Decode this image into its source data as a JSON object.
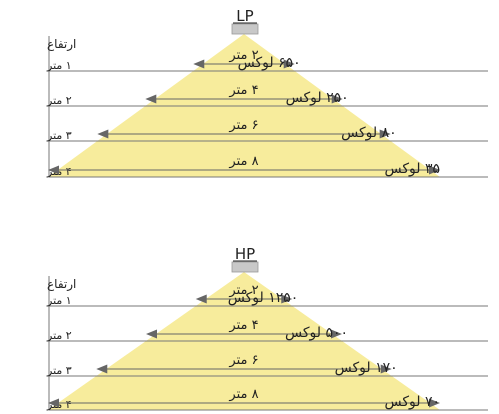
{
  "colors": {
    "cone": "#f7ec9c",
    "line": "#777777",
    "arrow": "#666666",
    "lamp": "#c8c8c8",
    "text": "#222222"
  },
  "diagrams": [
    {
      "lamp_label": "LP",
      "height_title": "ارتفاع",
      "levels": [
        {
          "height": "۱ متر",
          "width": "۲ متر",
          "lux": "۶۵۰ لوکس"
        },
        {
          "height": "۲ متر",
          "width": "۴ متر",
          "lux": "۲۵۰ لوکس"
        },
        {
          "height": "۳ متر",
          "width": "۶ متر",
          "lux": "۸۰ لوکس"
        },
        {
          "height": "۴ متر",
          "width": "۸ متر",
          "lux": "۳۵ لوکس"
        }
      ]
    },
    {
      "lamp_label": "HP",
      "height_title": "ارتفاع",
      "levels": [
        {
          "height": "۱ متر",
          "width": "۲ متر",
          "lux": "۱۲۵۰ لوکس"
        },
        {
          "height": "۲ متر",
          "width": "۴ متر",
          "lux": "۵۰۰ لوکس"
        },
        {
          "height": "۳ متر",
          "width": "۶ متر",
          "lux": "۱۷۰ لوکس"
        },
        {
          "height": "۴ متر",
          "width": "۸ متر",
          "lux": "۷۰ لوکس"
        }
      ]
    }
  ]
}
